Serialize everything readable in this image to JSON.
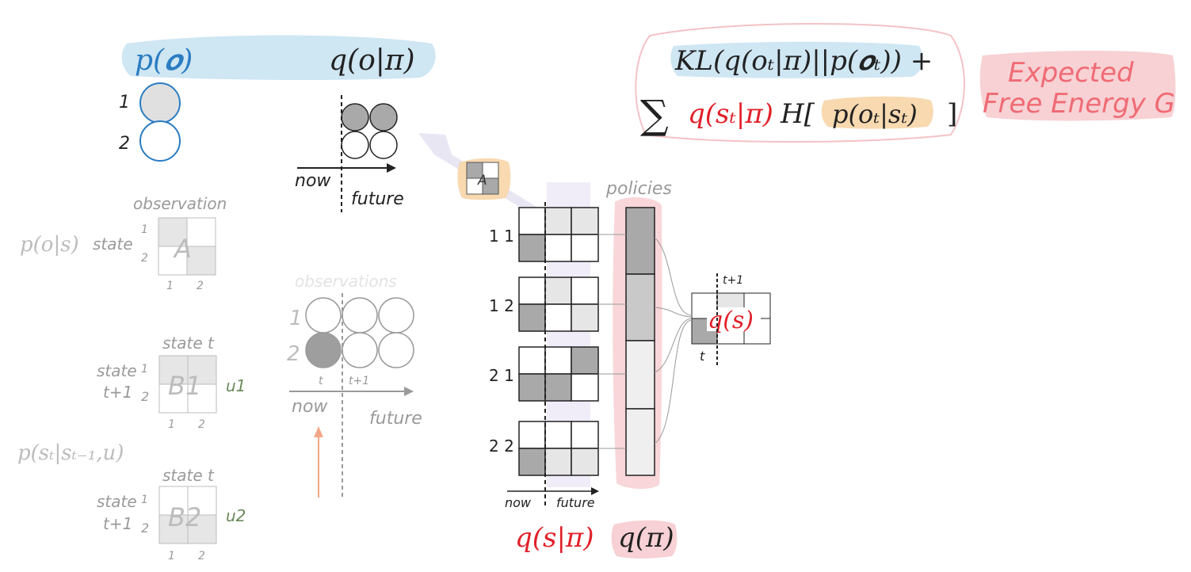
{
  "colors": {
    "blue": "#2a7cc2",
    "blue_highlight": "#cfe6f3",
    "red": "#e1202a",
    "pink": "#f4c2c6",
    "pink_text": "#ef6b74",
    "orange_highlight": "#f8d9b0",
    "grey_text": "#9a9a9a",
    "light_grey_text": "#c8c8c8",
    "dark_cell": "#a9a9a9",
    "mid_cell": "#c9c9c9",
    "light_cell": "#e6e6e6",
    "green": "#6b8a5a",
    "arrow_orange": "#f3a786",
    "arrow_lavender": "#e9e6f4"
  },
  "prior_panel": {
    "p_o": "p(𝒐)",
    "q_o_pi": "q(o|π)",
    "labels": [
      "1",
      "2"
    ],
    "now": "now",
    "future": "future"
  },
  "efe": {
    "line1": "KL(q(oₜ|π)||p(𝒐ₜ)) +",
    "sum": "∑",
    "q_s_pi": "q(sₜ|π)",
    "H": "H[",
    "p_o_s": "p(oₜ|sₜ)",
    "close": "]",
    "label_line1": "Expected",
    "label_line2": "Free Energy G"
  },
  "likelihood": {
    "formula": "p(o|s)",
    "state": "state",
    "header": "observation",
    "cell": "A",
    "row_labels": [
      "1",
      "2"
    ],
    "col_labels": [
      "1",
      "2"
    ]
  },
  "transitions": {
    "formula": "p(sₜ|sₜ₋₁,u)",
    "header": "state t",
    "state": "state",
    "t1": "t+1",
    "row_labels": [
      "1",
      "2"
    ],
    "col_labels": [
      "1",
      "2"
    ],
    "b1": "B1",
    "b2": "B2",
    "u1": "u1",
    "u2": "u2"
  },
  "observations_panel": {
    "header": "observations",
    "rows": [
      "1",
      "2"
    ],
    "t": "t",
    "t1": "t+1",
    "now": "now",
    "future": "future"
  },
  "A_badge": "A",
  "policies": {
    "header": "policies",
    "labels": [
      "1 1",
      "1 2",
      "2 1",
      "2 2"
    ],
    "now": "now",
    "future": "future",
    "q_s_pi": "q(s|π)",
    "q_pi": "q(π)"
  },
  "qs_box": {
    "label": "q(s)",
    "t": "t",
    "t1": "t+1"
  }
}
